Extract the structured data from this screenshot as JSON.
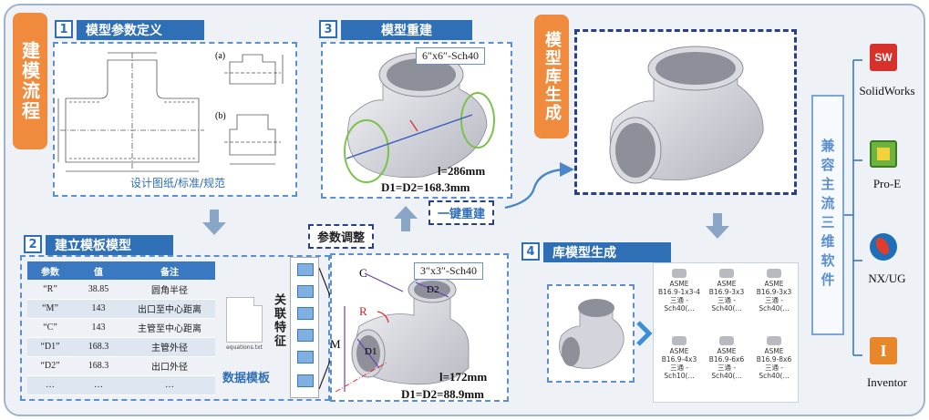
{
  "side_label": "建模流程",
  "library_side_label": "模型库生成",
  "compat_label": "兼容主流三维软件",
  "section1": {
    "num": "1",
    "title": "模型参数定义",
    "caption": "设计图纸/标准/规范",
    "fig_a": "(a)",
    "fig_b": "(b)"
  },
  "section2": {
    "num": "2",
    "title": "建立模板模型",
    "table_headers": [
      "参数",
      "值",
      "备注"
    ],
    "table_rows": [
      [
        "“R”",
        "38.85",
        "圆角半径"
      ],
      [
        "“M”",
        "143",
        "出口至中心距离"
      ],
      [
        "“C”",
        "143",
        "主管至中心距离"
      ],
      [
        "“D1”",
        "168.3",
        "主管外径"
      ],
      [
        "“D2”",
        "168.3",
        "出口外径"
      ],
      [
        "…",
        "…",
        "…"
      ]
    ],
    "file_label": "equations.txt",
    "related_label": "关联特征",
    "data_template_label": "数据模板"
  },
  "section3": {
    "num": "3",
    "title": "模型重建",
    "tag": "6″x6″-Sch40",
    "dim_l": "l=286mm",
    "dim_d": "D1=D2=168.3mm"
  },
  "param_adjust": "参数调整",
  "one_click": "一键重建",
  "template_model": {
    "tag": "3″x3″-Sch40",
    "dim_l": "l=172mm",
    "dim_d": "D1=D2=88.9mm",
    "letters": {
      "c": "C",
      "r": "R",
      "m": "M",
      "d1": "D1",
      "d2": "D2"
    }
  },
  "section4": {
    "num": "4",
    "title": "库模型生成",
    "items": [
      "ASME B16.9-1x3-4三通 -Sch40(...",
      "ASME B16.9-3x3 三通 -Sch40(...",
      "ASME B16.9-3x3 三通 -Sch40(...",
      "ASME B16.9-4x3 三通 -Sch10(...",
      "ASME B16.9-6x6 三通 -Sch40(...",
      "ASME B16.9-8x6 三通 -Sch40(..."
    ]
  },
  "software": [
    {
      "name": "SolidWorks",
      "icon": "solidworks-icon",
      "color": "#d7312b"
    },
    {
      "name": "Pro-E",
      "icon": "proe-icon",
      "color": "#6cb33f"
    },
    {
      "name": "NX/UG",
      "icon": "nx-icon",
      "color": "#1d6fb8"
    },
    {
      "name": "Inventor",
      "icon": "inventor-icon",
      "color": "#e8862a"
    }
  ]
}
